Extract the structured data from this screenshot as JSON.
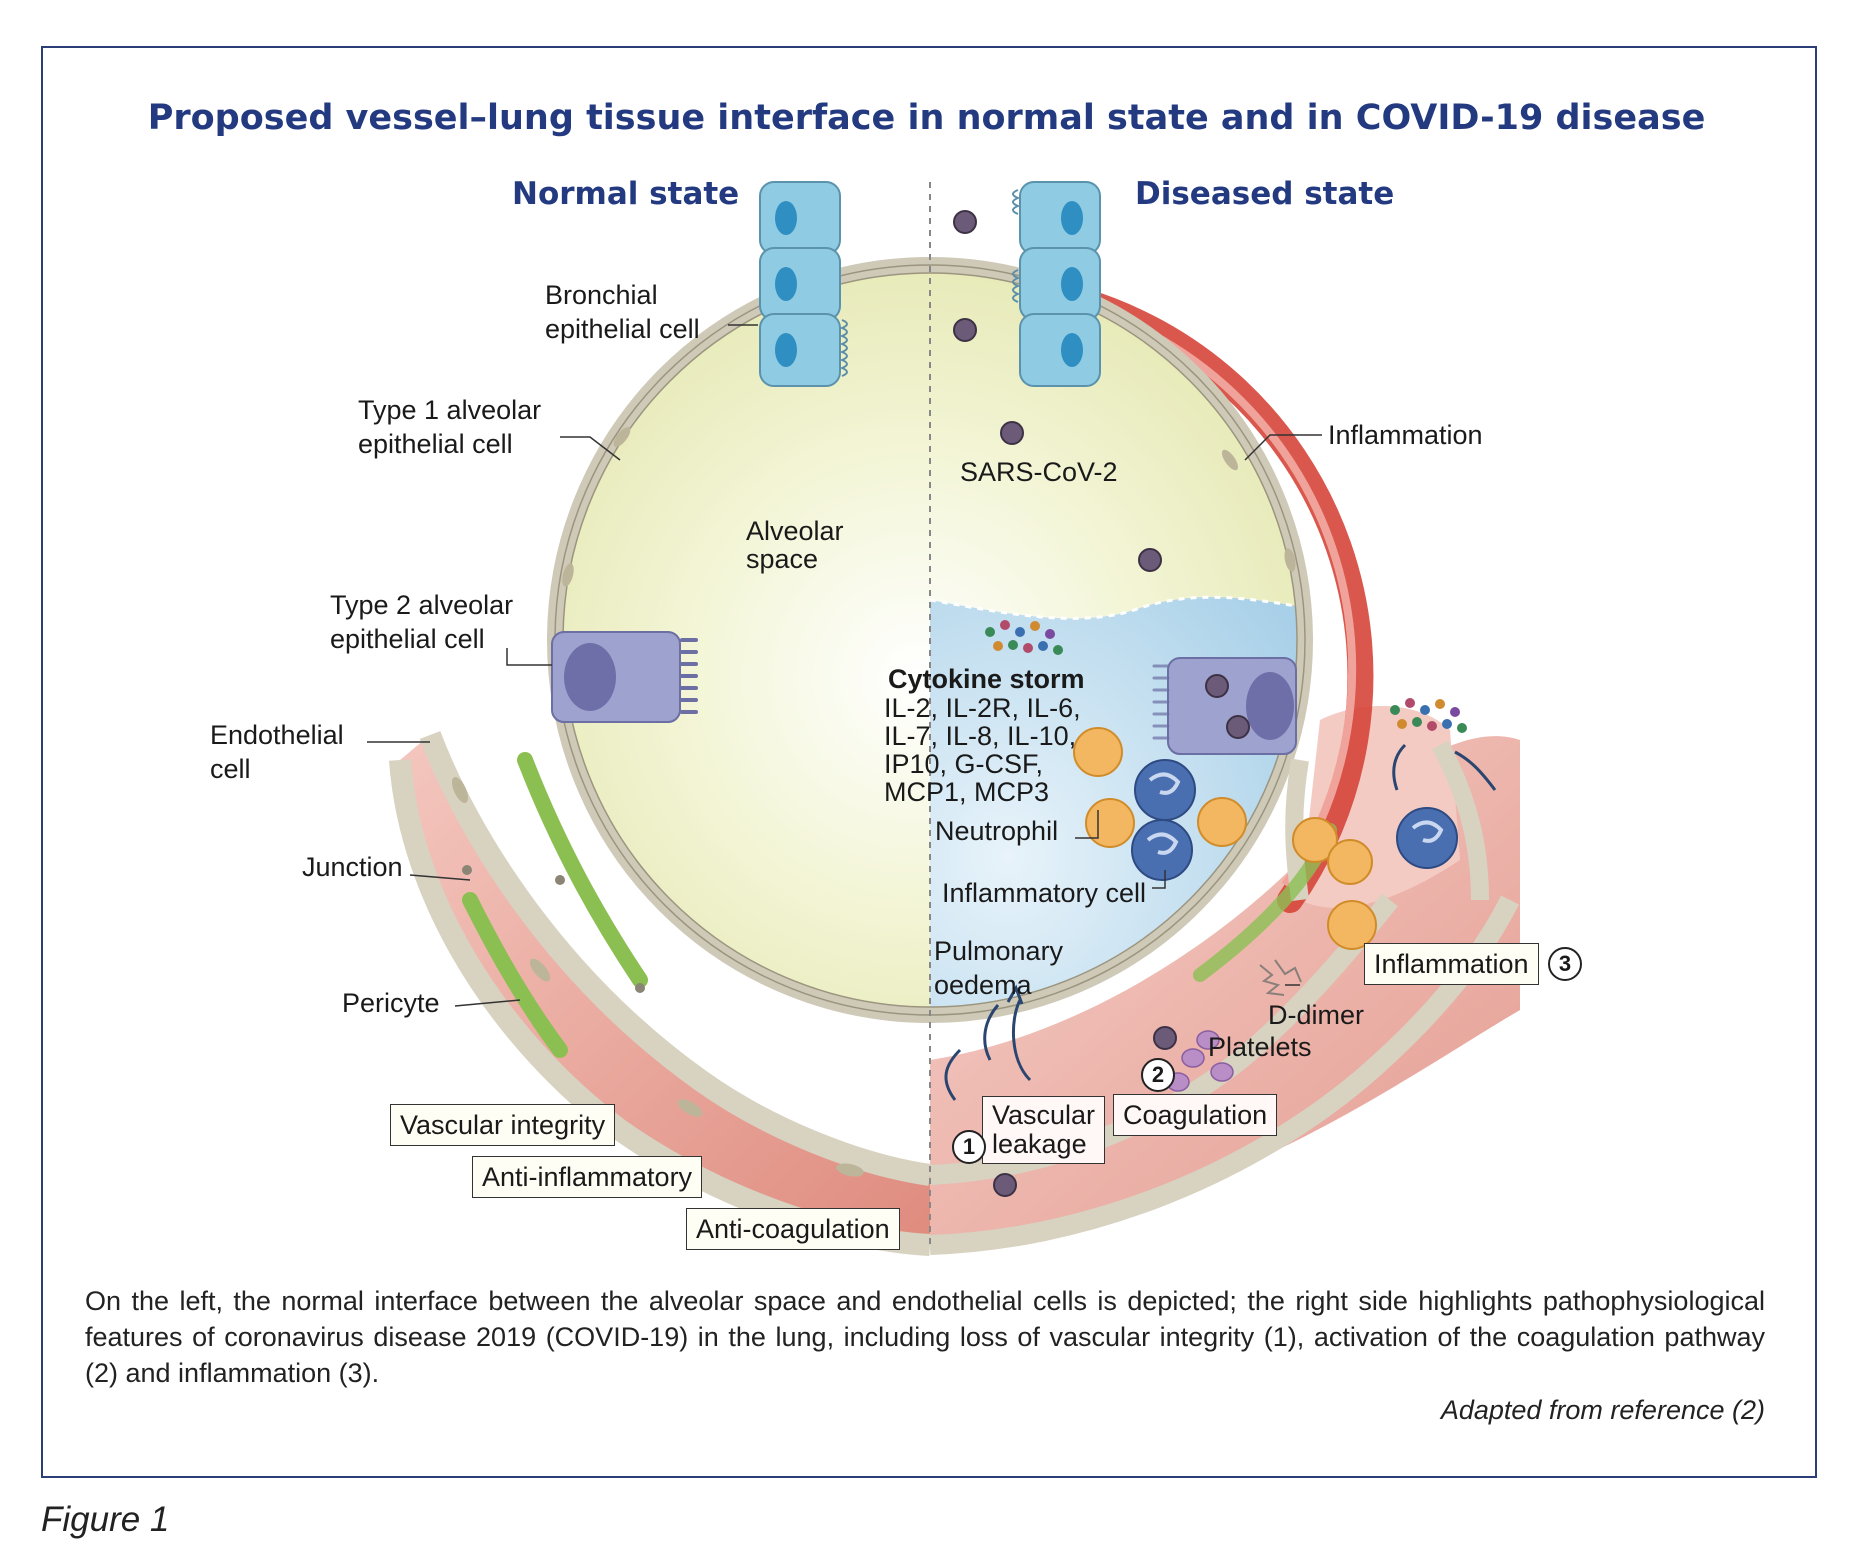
{
  "title": "Proposed vessel–lung tissue interface in normal state and in COVID-19 disease",
  "states": {
    "normal": "Normal state",
    "diseased": "Diseased state"
  },
  "labels": {
    "bronchial_1": "Bronchial",
    "bronchial_2": "epithelial cell",
    "type1_1": "Type 1 alveolar",
    "type1_2": "epithelial cell",
    "type2_1": "Type 2 alveolar",
    "type2_2": "epithelial cell",
    "endothelial_1": "Endothelial",
    "endothelial_2": "cell",
    "junction": "Junction",
    "pericyte": "Pericyte",
    "alveolar_1": "Alveolar",
    "alveolar_2": "space",
    "sars": "SARS-CoV-2",
    "inflammation_top": "Inflammation",
    "cytokine_head": "Cytokine storm",
    "cytokine_lines": [
      "IL-2, IL-2R, IL-6,",
      "IL-7, IL-8, IL-10,",
      "IP10, G-CSF,",
      "MCP1, MCP3"
    ],
    "neutrophil": "Neutrophil",
    "inflammatory_cell": "Inflammatory cell",
    "pulmonary_1": "Pulmonary",
    "pulmonary_2": "oedema",
    "d_dimer": "D-dimer",
    "platelets": "Platelets"
  },
  "boxes": {
    "vascular_integrity": "Vascular integrity",
    "anti_inflammatory": "Anti-inflammatory",
    "anti_coagulation": "Anti-coagulation",
    "vascular_leakage_1": "Vascular",
    "vascular_leakage_2": "leakage",
    "coagulation": "Coagulation",
    "inflammation": "Inflammation"
  },
  "markers": {
    "one": "1",
    "two": "2",
    "three": "3"
  },
  "caption": "On the left, the normal interface between the alveolar space and endothelial cells is depicted; the right side highlights pathophysiological features of coronavirus disease 2019 (COVID-19) in the lung, including loss of vascular integrity (1), activation of the coagulation pathway (2) and inflammation (3).",
  "credit": "Adapted from reference (2)",
  "figure_label": "Figure 1",
  "colors": {
    "title": "#233a80",
    "alveolar_fill": "#eef0c4",
    "oedema_fill": "#b9d9ec",
    "vessel": "#e49488",
    "inflammation_red": "#d6453a",
    "epithelial_cell": "#8fcbe3",
    "pericyte": "#8cbf52",
    "neutrophil": "#4a6fb0",
    "platelet": "#b98dc6",
    "cytokine_cell": "#f2b760"
  }
}
